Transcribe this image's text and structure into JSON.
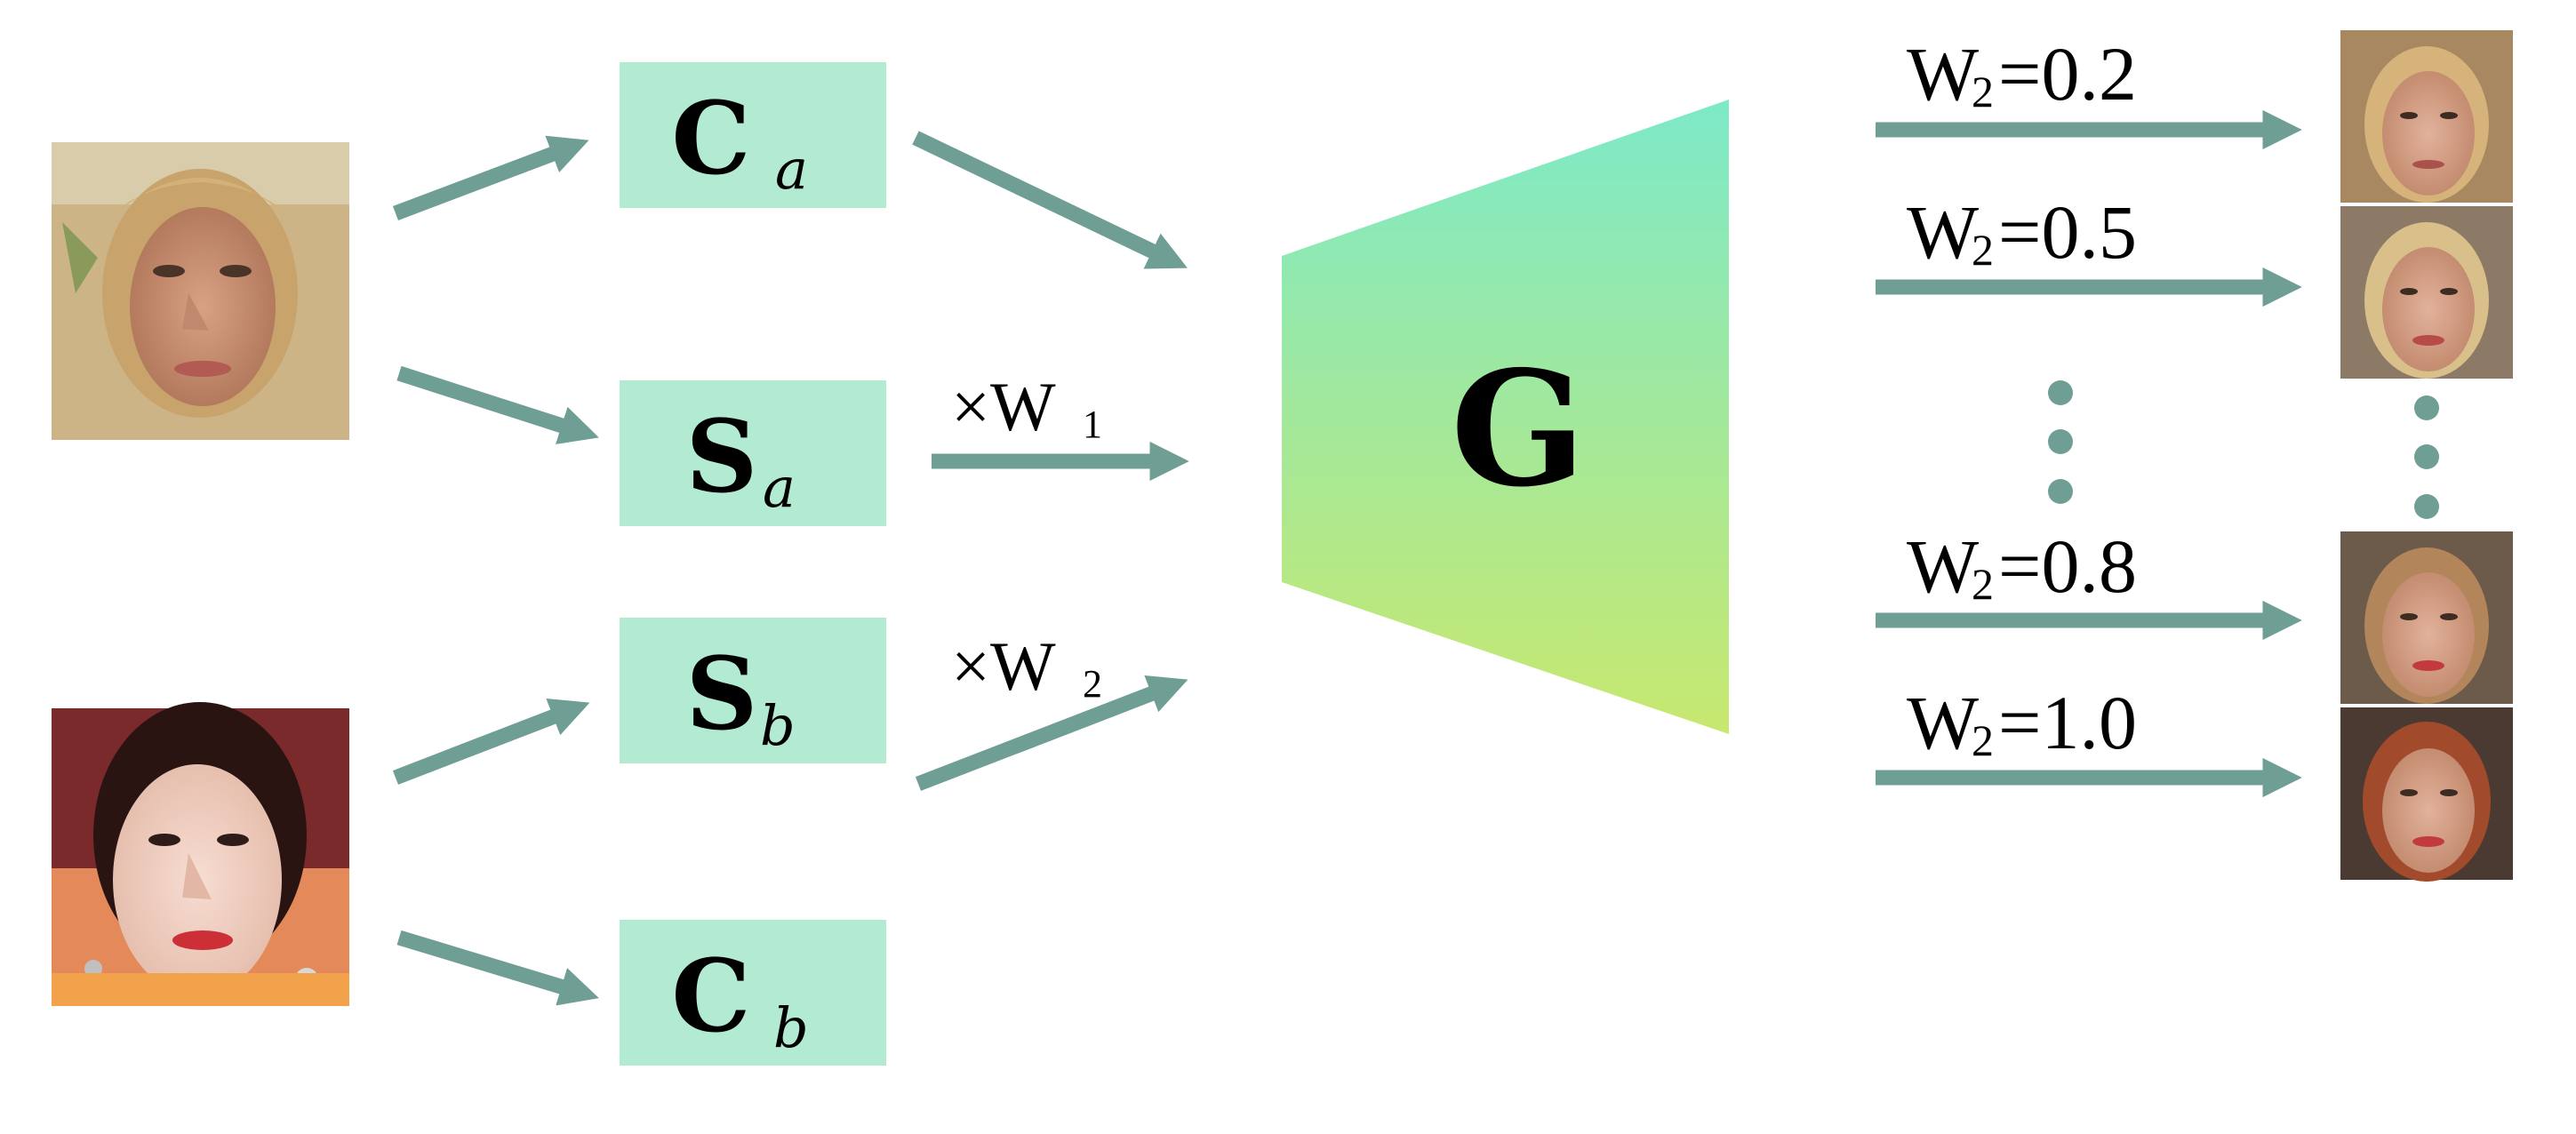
{
  "colors": {
    "arrow": "#6f9e94",
    "box_fill": "#b3ead2",
    "generator_top": "#7de9c8",
    "generator_bottom": "#c8e86f",
    "dots": "#6f9e94",
    "text": "#000000"
  },
  "inputs": [
    {
      "id": "face-a",
      "description_icon": "face-photo-a"
    },
    {
      "id": "face-b",
      "description_icon": "face-photo-b"
    }
  ],
  "boxes": {
    "ca": {
      "letter": "C",
      "sub": "a"
    },
    "sa": {
      "letter": "S",
      "sub": "a"
    },
    "sb": {
      "letter": "S",
      "sub": "b"
    },
    "cb": {
      "letter": "C",
      "sub": "b"
    }
  },
  "weights": {
    "w1": {
      "prefix": "×W",
      "sub": "1"
    },
    "w2": {
      "prefix": "×W",
      "sub": "2"
    }
  },
  "generator": {
    "label": "G"
  },
  "outputs": [
    {
      "prefix": "W",
      "sub": "2",
      "value": "=0.2"
    },
    {
      "prefix": "W",
      "sub": "2",
      "value": "=0.5"
    },
    {
      "prefix": "W",
      "sub": "2",
      "value": "=0.8"
    },
    {
      "prefix": "W",
      "sub": "2",
      "value": "=1.0"
    }
  ]
}
